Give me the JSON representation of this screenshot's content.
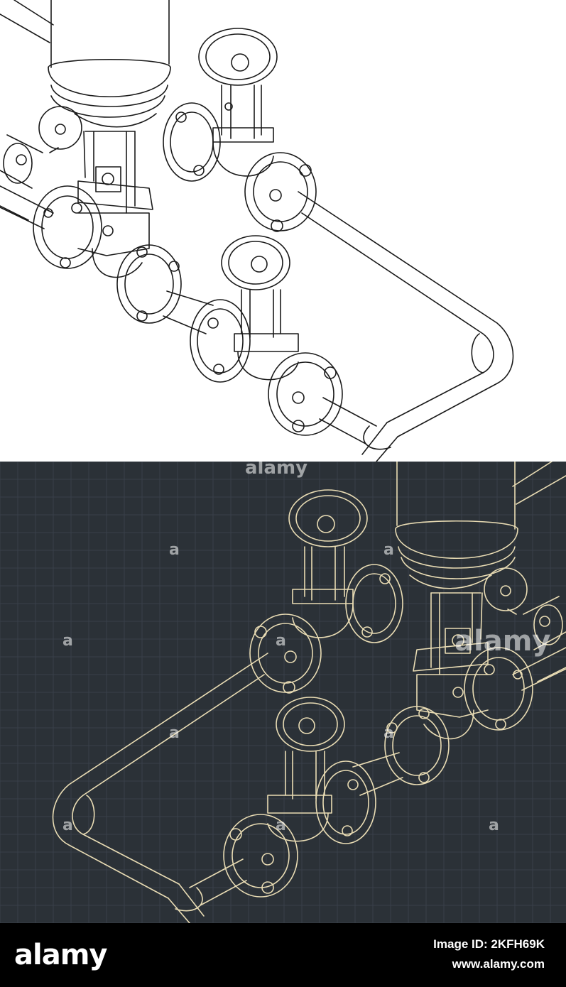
{
  "colors": {
    "light_bg": "#ffffff",
    "light_line": "#1a1a1a",
    "dark_bg": "#2b3137",
    "dark_line": "#e9dcb4",
    "grid": "#38404a",
    "footer_bg": "#000000",
    "footer_text": "#ffffff"
  },
  "watermark": {
    "logo": "alamy",
    "glyph": "a"
  },
  "footer": {
    "logo": "alamy",
    "image_id": "Image ID: 2KFH69K",
    "site": "www.alamy.com"
  }
}
